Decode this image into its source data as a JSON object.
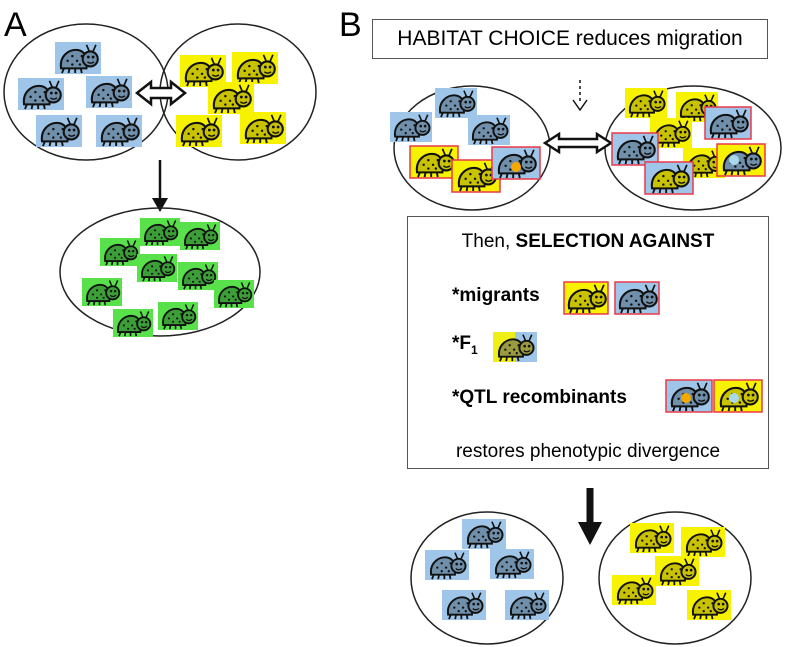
{
  "panel_a": {
    "label": "A"
  },
  "panel_b": {
    "label": "B",
    "habitat_box_text": "HABITAT CHOICE reduces migration",
    "selection_box": {
      "heading_prefix": "Then, ",
      "heading_bold": "SELECTION AGAINST",
      "item_migrants": "*migrants",
      "item_f1_main": "*F",
      "item_f1_sub": "1",
      "item_qtl": "*QTL recombinants",
      "footer": "restores phenotypic divergence"
    }
  },
  "colors": {
    "blue_square": "#9fc6e8",
    "yellow_square": "#f7f200",
    "green_square": "#59e14c",
    "red_border": "#e8384a",
    "beetle_outline": "#111111",
    "beetle_body_blue": "#6f8fab",
    "beetle_body_yellow": "#c9c200",
    "beetle_body_green": "#3b9e36",
    "qtl_dot_orange": "#f5a800",
    "qtl_dot_blue": "#a8d8ea"
  },
  "icons": [
    "beetle-icon",
    "double-arrow-icon",
    "down-arrow-icon",
    "dotted-down-arrow-icon"
  ]
}
